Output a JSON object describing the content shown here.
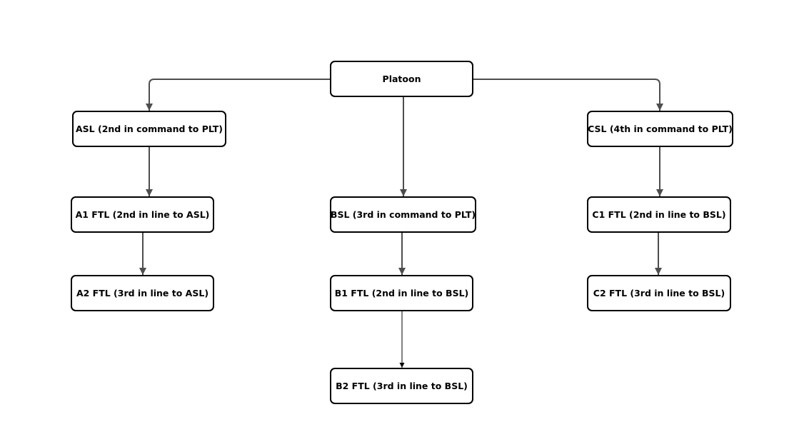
{
  "diagram": {
    "nodes": {
      "platoon": "Platoon",
      "asl": "ASL (2nd in command to PLT)",
      "csl": "CSL (4th in command to PLT)",
      "a1": "A1 FTL (2nd in line to ASL)",
      "bsl": "BSL (3rd in command to PLT)",
      "c1": "C1 FTL (2nd in line to BSL)",
      "a2": "A2 FTL (3rd in line to ASL)",
      "b1": "B1 FTL (2nd in line to BSL)",
      "c2": "C2 FTL (3rd in line to BSL)",
      "b2": "B2 FTL (3rd in line to BSL)"
    },
    "edges": [
      {
        "from": "platoon",
        "to": "asl"
      },
      {
        "from": "platoon",
        "to": "csl"
      },
      {
        "from": "platoon",
        "to": "bsl"
      },
      {
        "from": "asl",
        "to": "a1"
      },
      {
        "from": "a1",
        "to": "a2"
      },
      {
        "from": "bsl",
        "to": "b1"
      },
      {
        "from": "b1",
        "to": "b2"
      },
      {
        "from": "csl",
        "to": "c1"
      },
      {
        "from": "c1",
        "to": "c2"
      }
    ],
    "colors": {
      "connector": "#4d4d4d",
      "connector_thin": "#000000",
      "node_border": "#000000",
      "node_fill": "#ffffff",
      "background": "#ffffff"
    }
  }
}
